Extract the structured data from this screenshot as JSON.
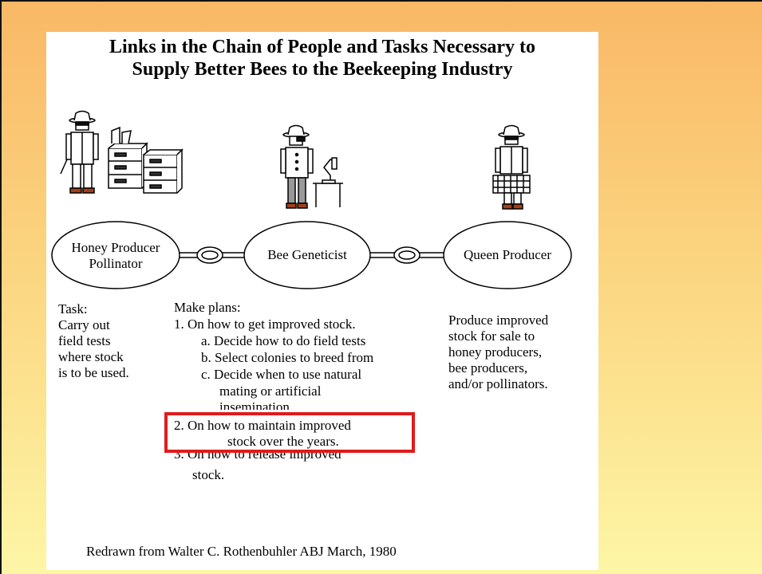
{
  "title": {
    "line1": "Links in the Chain of People and Tasks Necessary to",
    "line2": "Supply Better Bees to the Beekeeping Industry"
  },
  "nodes": {
    "honey_producer": {
      "line1": "Honey Producer",
      "line2": "Pollinator"
    },
    "bee_geneticist": "Bee Geneticist",
    "queen_producer": "Queen Producer"
  },
  "honey_task": [
    "Task:",
    "Carry out",
    "field tests",
    "where stock",
    "is to be used."
  ],
  "geneticist_plans": {
    "heading": "Make plans:",
    "item1": "1. On how to get improved stock.",
    "item1a": "a. Decide how to do field tests",
    "item1b": "b. Select colonies to breed from",
    "item1c_1": "c. Decide when to use natural",
    "item1c_2": "mating or artificial",
    "item1c_3": "insemination",
    "item2_1": "2. On how to maintain improved",
    "item2_2": "stock over the years.",
    "item3_1": "3. On how to release improved",
    "item3_2": "stock."
  },
  "queen_task": [
    "Produce improved",
    "stock for sale to",
    "honey producers,",
    "bee producers,",
    "and/or pollinators."
  ],
  "credit": "Redrawn from Walter C. Rothenbuhler  ABJ March, 1980",
  "colors": {
    "highlight": "#e01b1b",
    "bg_top": "#f9b866",
    "bg_bottom": "#fdf6a6"
  }
}
